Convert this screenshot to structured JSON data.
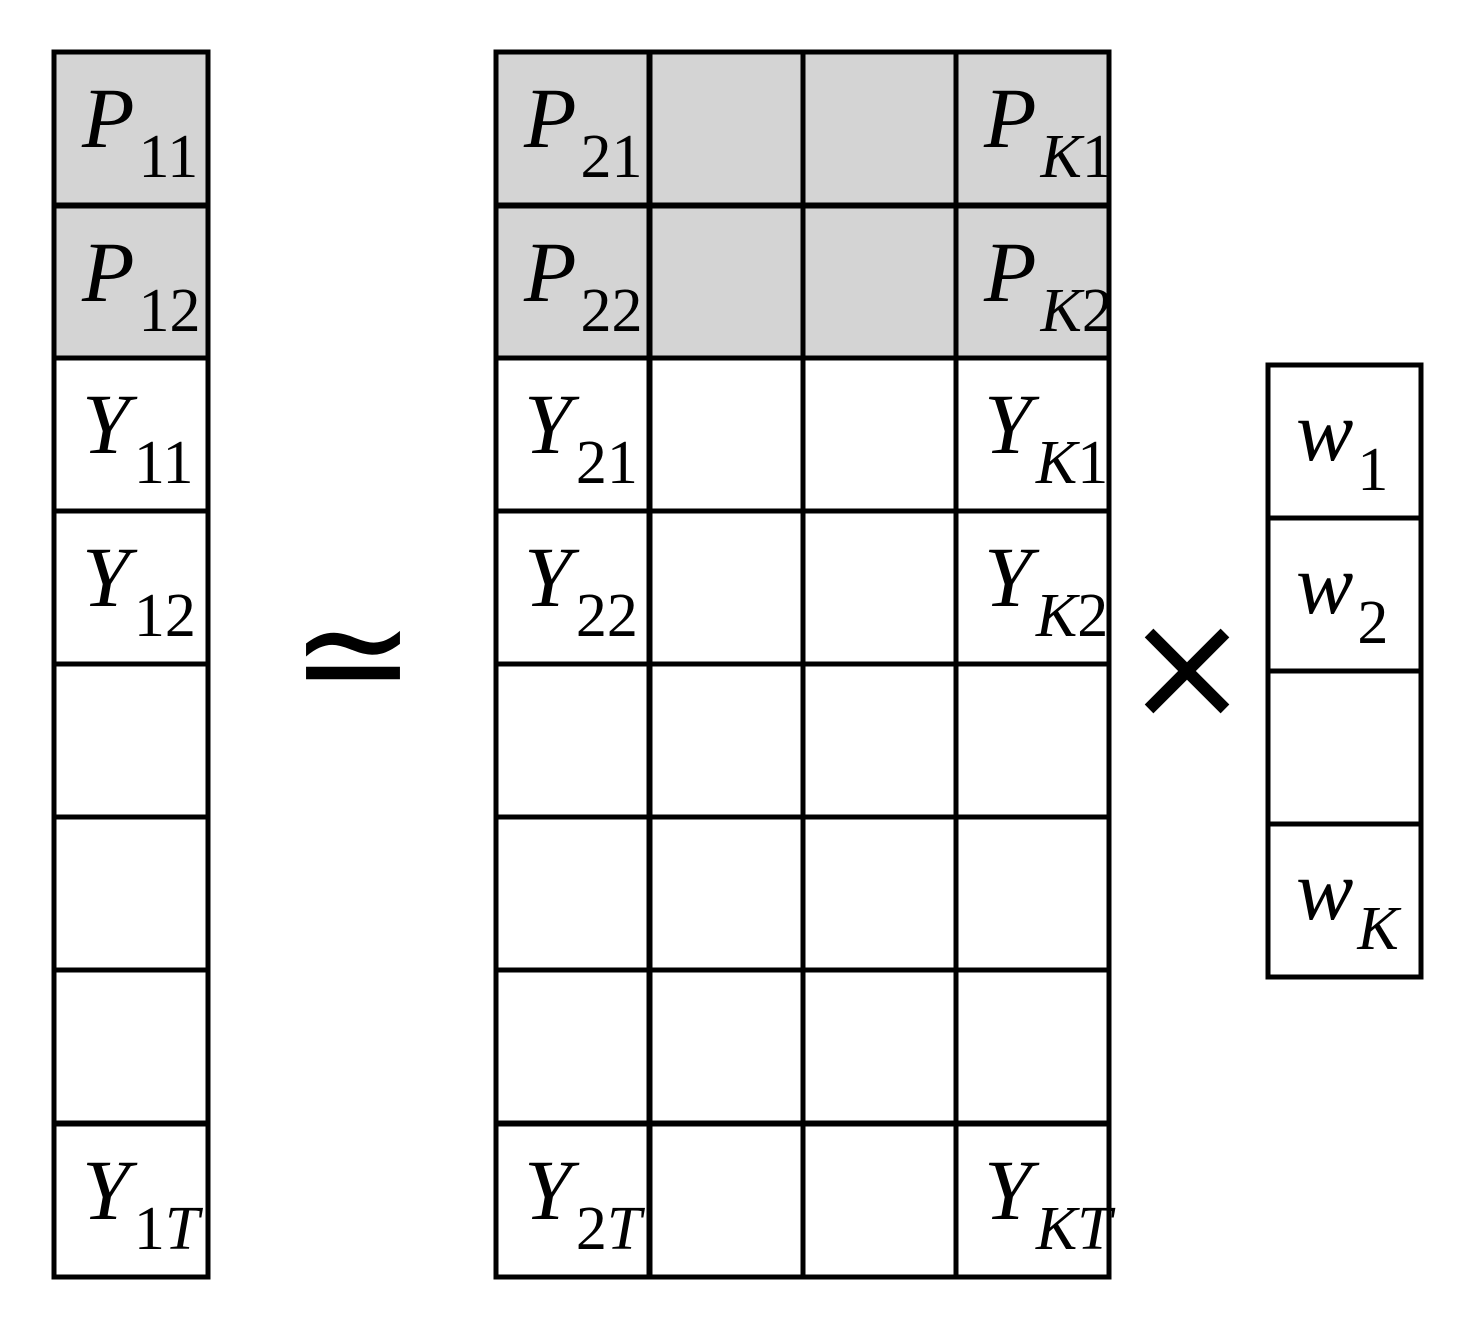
{
  "colors": {
    "shaded": "#d4d4d4",
    "blank": "#ffffff",
    "line": "#000000"
  },
  "left_vector": {
    "cells": [
      {
        "main": "P",
        "sub": "11",
        "shaded": true
      },
      {
        "main": "P",
        "sub": "12",
        "shaded": true
      },
      {
        "main": "Y",
        "sub": "11",
        "shaded": false
      },
      {
        "main": "Y",
        "sub": "12",
        "shaded": false
      },
      {
        "main": "",
        "sub": "",
        "shaded": false
      },
      {
        "main": "",
        "sub": "",
        "shaded": false
      },
      {
        "main": "",
        "sub": "",
        "shaded": false
      },
      {
        "main": "Y",
        "sub": "1",
        "sub_italic": "T",
        "shaded": false
      }
    ]
  },
  "approx_symbol": "≃",
  "matrix": {
    "rows": [
      {
        "shaded": true,
        "cells": [
          {
            "main": "P",
            "sub": "21"
          },
          {},
          {},
          {
            "main": "P",
            "sub_italic": "K",
            "sub": "1"
          }
        ]
      },
      {
        "shaded": true,
        "cells": [
          {
            "main": "P",
            "sub": "22"
          },
          {},
          {},
          {
            "main": "P",
            "sub_italic": "K",
            "sub": "2"
          }
        ]
      },
      {
        "shaded": false,
        "cells": [
          {
            "main": "Y",
            "sub": "21"
          },
          {},
          {},
          {
            "main": "Y",
            "sub_italic": "K",
            "sub": "1"
          }
        ]
      },
      {
        "shaded": false,
        "cells": [
          {
            "main": "Y",
            "sub": "22"
          },
          {},
          {},
          {
            "main": "Y",
            "sub_italic": "K",
            "sub": "2"
          }
        ]
      },
      {
        "shaded": false,
        "cells": [
          {},
          {},
          {},
          {}
        ]
      },
      {
        "shaded": false,
        "cells": [
          {},
          {},
          {},
          {}
        ]
      },
      {
        "shaded": false,
        "cells": [
          {},
          {},
          {},
          {}
        ]
      },
      {
        "shaded": false,
        "cells": [
          {
            "main": "Y",
            "sub": "2",
            "sub_italic": "T"
          },
          {},
          {},
          {
            "main": "Y",
            "sub_italic": "KT"
          }
        ]
      }
    ]
  },
  "times_symbol": "×",
  "weights_vector": {
    "cells": [
      {
        "main": "w",
        "sub": "1"
      },
      {
        "main": "w",
        "sub": "2"
      },
      {
        "main": "",
        "sub": ""
      },
      {
        "main": "w",
        "sub_italic": "K"
      }
    ]
  }
}
